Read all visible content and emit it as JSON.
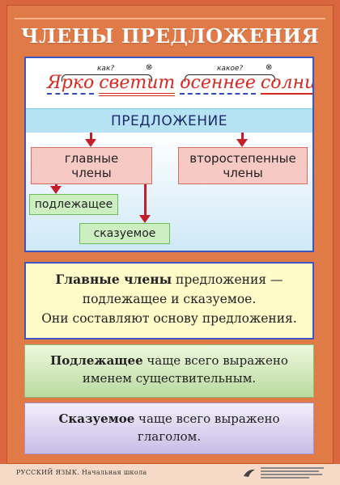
{
  "title": "ЧЛЕНЫ ПРЕДЛОЖЕНИЯ",
  "sentence": {
    "words": [
      "Ярко",
      "светит",
      "осеннее",
      "солнце."
    ],
    "question_1": "как?",
    "question_2": "какое?",
    "cross_symbol": "⊗"
  },
  "diagram": {
    "root_label": "ПРЕДЛОЖЕНИЕ",
    "main_members_line1": "главные",
    "main_members_line2": "члены",
    "minor_members_line1": "второстепенные",
    "minor_members_line2": "члены",
    "subject_label": "подлежащее",
    "predicate_label": "сказуемое",
    "arrow_color": "#c41e2a"
  },
  "info_blocks": {
    "block1_bold": "Главные члены",
    "block1_line1_rest": " предложения —",
    "block1_line2": "подлежащее и сказуемое.",
    "block1_line3": "Они составляют основу предложения.",
    "block2_bold": "Подлежащее",
    "block2_line1_rest": " чаще всего выражено",
    "block2_line2": "именем существительным.",
    "block3_bold": "Сказуемое",
    "block3_line1_rest": " чаще всего выражено",
    "block3_line2": "глаголом."
  },
  "footer": {
    "series": "РУССКИЙ ЯЗЫК. Начальная школа"
  },
  "colors": {
    "poster_bg": "#d9663e",
    "frame_border": "#3b55c2",
    "sentence_red": "#d8281f"
  }
}
